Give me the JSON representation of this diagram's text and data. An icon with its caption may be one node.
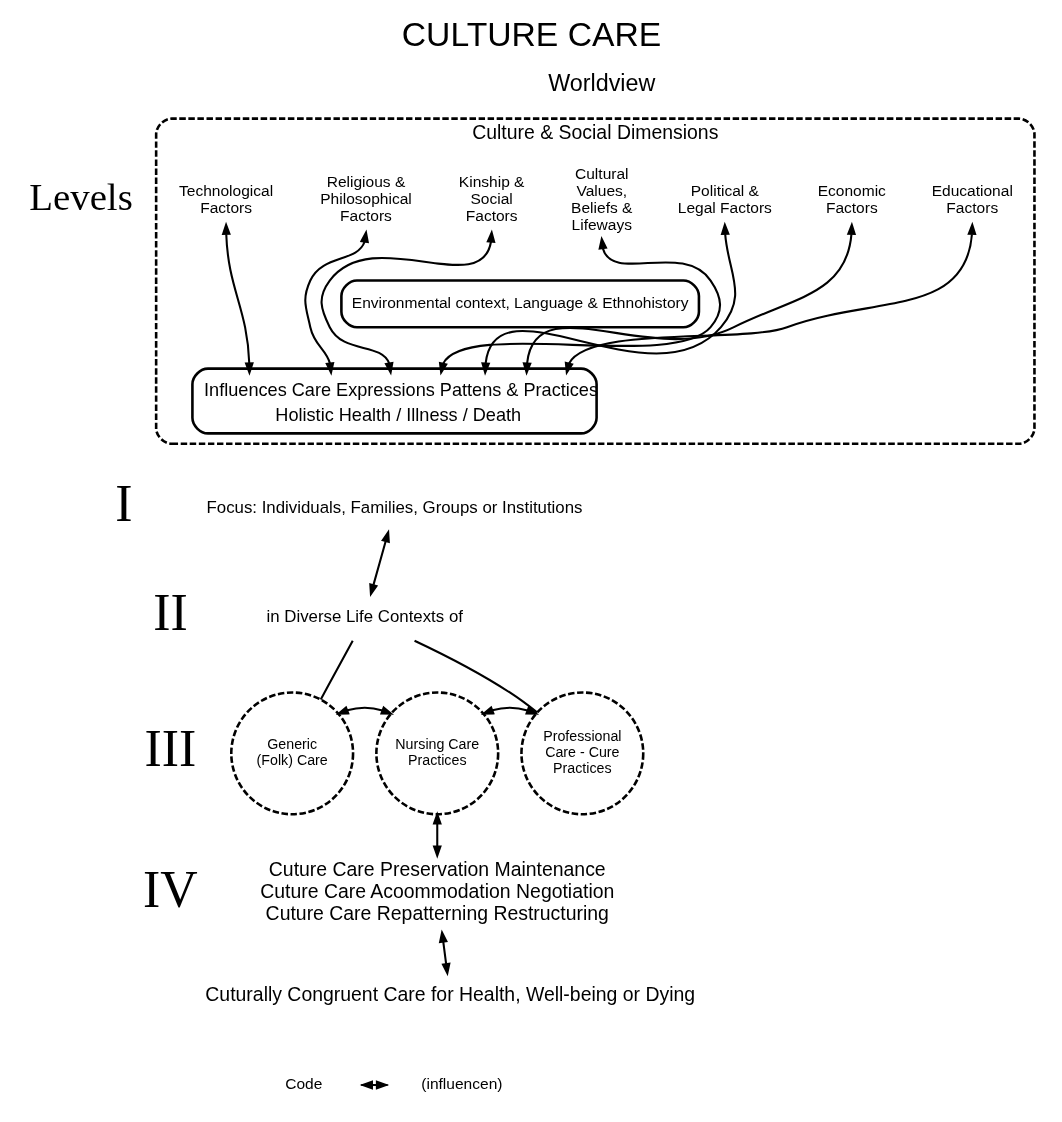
{
  "diagram": {
    "title": "CULTURE CARE",
    "nodes": [
      {
        "text": [
          "Culture & Social Dimensions"
        ]
      },
      {
        "text": [
          "Technological Factors"
        ],
        "in": 0
      },
      {
        "text": [
          "Religious & Philosophical Factors"
        ],
        "in": 0
      },
      {
        "text": [
          "Kinship & Social Factors"
        ],
        "in": 0
      },
      {
        "text": [
          "Cultural Values, Beliefs & Lifeways"
        ],
        "in": 0
      },
      {
        "text": [
          "Political & Legal Factors"
        ],
        "in": 0
      },
      {
        "text": [
          "Economic Factors"
        ],
        "in": 0
      },
      {
        "text": [
          "Educational Factors"
        ],
        "in": 0
      },
      {
        "text": [
          "Environmental context, Language & Ethnohistory"
        ],
        "in": 0
      },
      {
        "text": [
          "Influences Care Expressions Pattens & Practices",
          "Holistic Health / Illness / Death"
        ],
        "in": 0
      },
      {
        "text": [
          "Focus: Individuals, Families, Groups or Institutions"
        ]
      },
      {
        "text": [
          "in Diverse Life Contexts of"
        ]
      },
      {
        "text": [
          "Generic (Folk) Care"
        ]
      },
      {
        "text": [
          "Nursing Care Practices"
        ]
      },
      {
        "text": [
          "Professional Care - Cure Practices"
        ]
      },
      {
        "text": [
          "Cuture Care Preservation Maintenance",
          "Cuture Care Acoommodation Negotiation",
          "Cuture Care Repatterning Restructuring"
        ]
      },
      {
        "text": [
          "Cuturally Congruent Care for Health, Well-being or Dying"
        ]
      }
    ],
    "edges": [
      {
        "from": 1,
        "to": 9,
        "arrow": "both"
      },
      {
        "from": 2,
        "to": 9,
        "arrow": "both"
      },
      {
        "from": 3,
        "to": 9,
        "arrow": "both"
      },
      {
        "from": 4,
        "to": 9,
        "arrow": "both"
      },
      {
        "from": 5,
        "to": 9,
        "arrow": "both"
      },
      {
        "from": 6,
        "to": 9,
        "arrow": "both"
      },
      {
        "from": 7,
        "to": 9,
        "arrow": "both"
      },
      {
        "from": 10,
        "to": 11,
        "arrow": "both"
      },
      {
        "from": 11,
        "to": 12,
        "arrow": "none"
      },
      {
        "from": 11,
        "to": 14,
        "arrow": "none"
      },
      {
        "from": 12,
        "to": 13,
        "arrow": "both"
      },
      {
        "from": 13,
        "to": 14,
        "arrow": "both"
      },
      {
        "from": 13,
        "to": 15,
        "arrow": "both"
      },
      {
        "from": 15,
        "to": 16,
        "arrow": "both"
      }
    ],
    "labels": [
      "Worldview",
      "Levels",
      "I",
      "II",
      "III",
      "IV",
      "Code"
    ],
    "legend": [
      {
        "text": "(influencen)"
      }
    ]
  }
}
